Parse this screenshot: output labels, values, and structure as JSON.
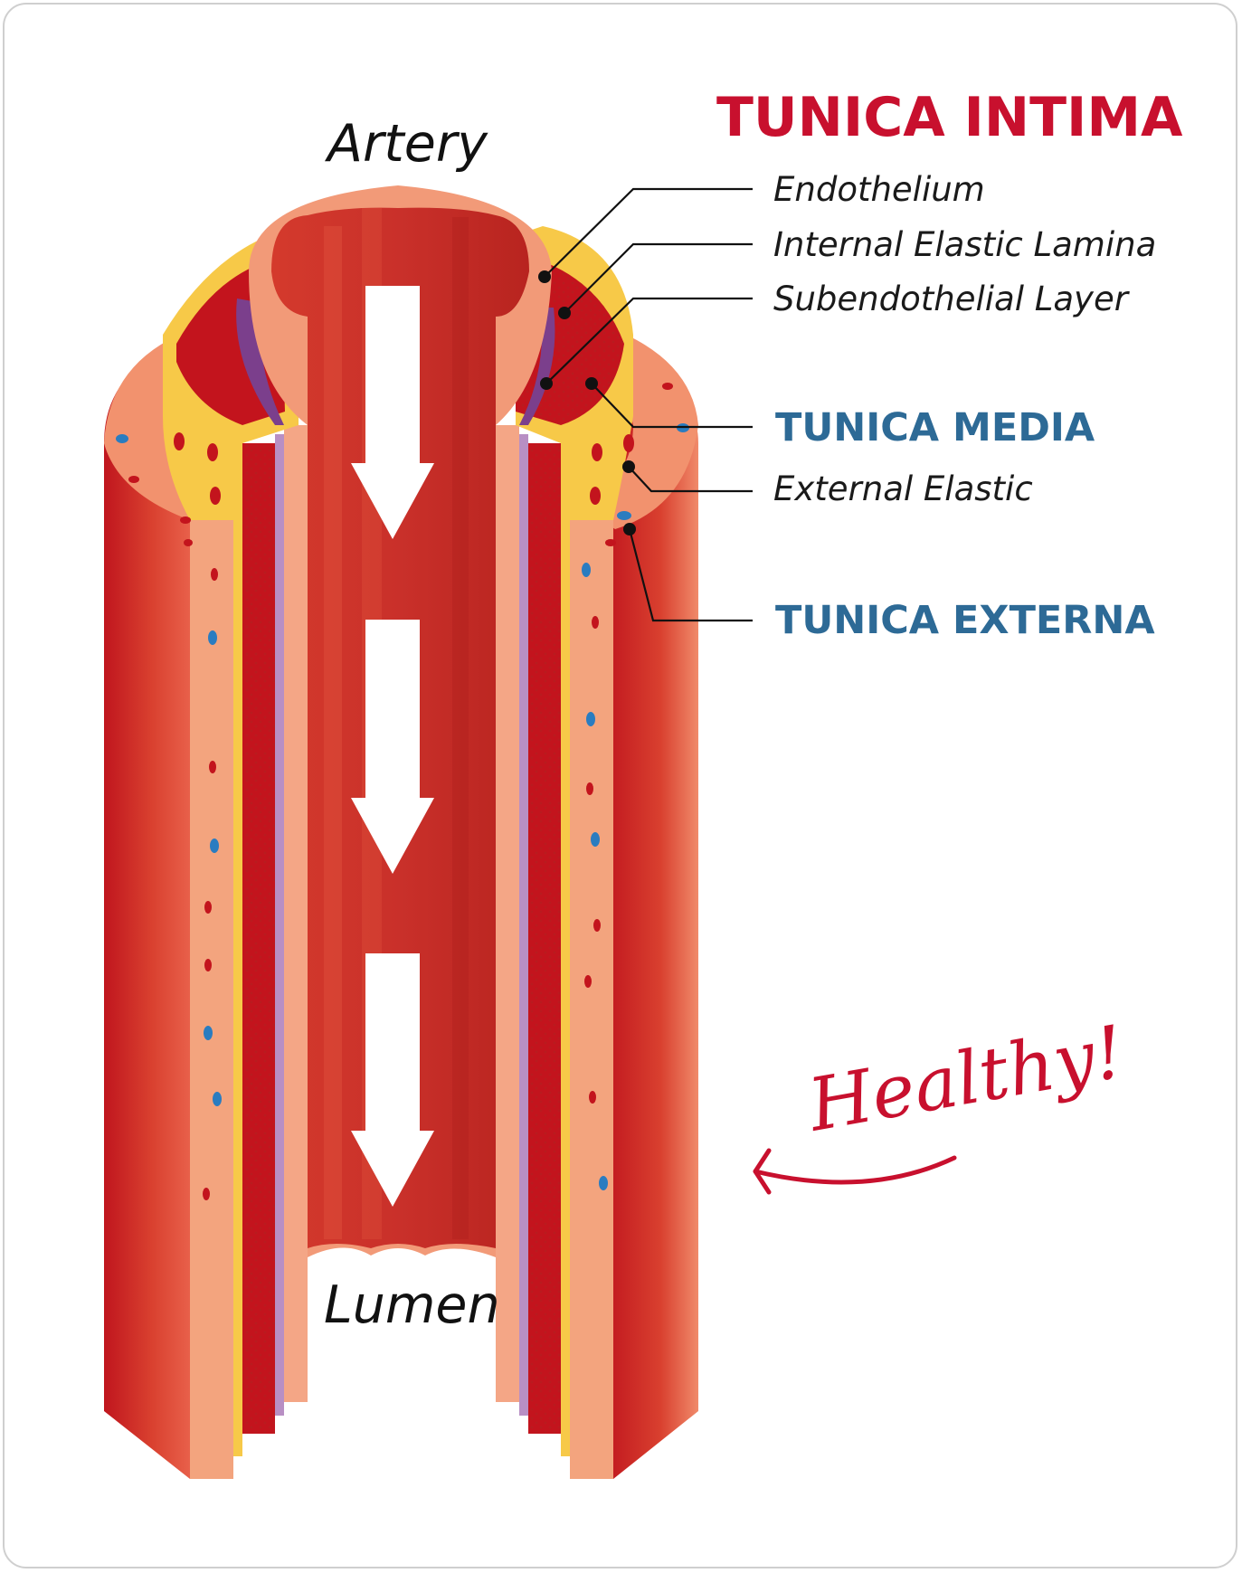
{
  "title": "Artery",
  "lumen_label": "Lumen",
  "healthy_label": "Healthy!",
  "sections": {
    "intima": {
      "heading": "TUNICA INTIMA",
      "items": [
        "Endothelium",
        "Internal Elastic Lamina",
        "Subendothelial Layer"
      ]
    },
    "media": {
      "heading": "TUNICA MEDIA",
      "items": [
        "External Elastic"
      ]
    },
    "externa": {
      "heading": "TUNICA EXTERNA"
    }
  },
  "colors": {
    "heading_red": "#c8102e",
    "heading_blue": "#2d6a96",
    "artery_dark": "#b5121b",
    "artery_mid": "#d9402f",
    "artery_light": "#f4a07a",
    "fat_yellow": "#f7c948",
    "elastic_purple": "#7b3f8c"
  },
  "icons": [
    "flow-arrow-icon",
    "curved-arrow-icon"
  ]
}
